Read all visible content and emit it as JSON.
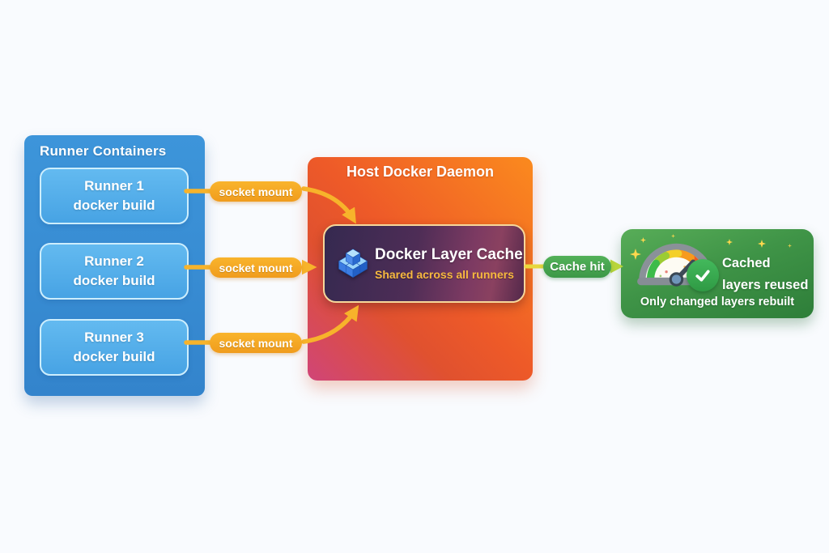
{
  "diagram": {
    "runner_panel": {
      "title": "Runner Containers",
      "runners": [
        {
          "line1": "Runner 1",
          "line2": "docker build"
        },
        {
          "line1": "Runner 2",
          "line2": "docker build"
        },
        {
          "line1": "Runner 3",
          "line2": "docker build"
        }
      ]
    },
    "socket_mounts": [
      {
        "label": "socket mount"
      },
      {
        "label": "socket mount"
      },
      {
        "label": "socket mount"
      }
    ],
    "daemon_panel": {
      "title": "Host Docker Daemon",
      "cache_box": {
        "icon": "layer-cubes-icon",
        "title": "Docker Layer Cache",
        "subtitle": "Shared across all runners"
      }
    },
    "cache_hit_label": "Cache hit",
    "result_panel": {
      "icon": "speedometer-gauge-icon",
      "badge_icon": "checkmark-icon",
      "line1": "Cached",
      "line2": "layers reused",
      "line3": "Only changed layers rebuilt"
    }
  },
  "colors": {
    "page_bg": "#f9fbfe",
    "panel_blue": "#3d95da",
    "panel_blue_dark": "#3384cc",
    "runner_box_blue": "#47a3e4",
    "runner_box_border": "#cdeefd",
    "pill_orange": "#f09c1d",
    "arrow_gold": "#f7b32b",
    "daemon_orange_1": "#fb8a1e",
    "daemon_orange_2": "#ee5a28",
    "daemon_magenta": "#d04578",
    "cache_indigo": "#352950",
    "cache_magenta": "#7c3a62",
    "cache_border": "#f6d79a",
    "cache_subtitle": "#f7b93f",
    "cache_hit_green": "#3c9847",
    "arrow_lime": "#b8d53b",
    "result_green_1": "#58ad58",
    "result_green_2": "#2e7e39",
    "sparkle_yellow": "#ffd84d"
  }
}
